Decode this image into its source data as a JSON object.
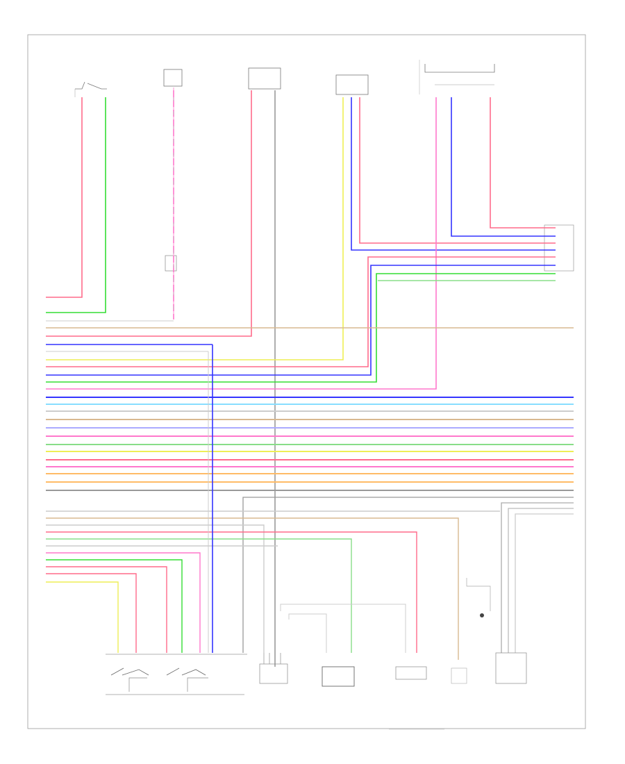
{
  "diagram": {
    "footer_id": "",
    "note": "",
    "components": [
      {
        "id": "c1",
        "label": ""
      },
      {
        "id": "c2",
        "label": ""
      },
      {
        "id": "c3",
        "label": ""
      },
      {
        "id": "c4",
        "label": ""
      },
      {
        "id": "c5",
        "label": ""
      },
      {
        "id": "c6",
        "label": ""
      },
      {
        "id": "c7",
        "label": ""
      },
      {
        "id": "c8",
        "label": ""
      },
      {
        "id": "c9",
        "label": ""
      },
      {
        "id": "c10",
        "label": ""
      },
      {
        "id": "c11",
        "label": ""
      }
    ],
    "wire_colors": {
      "red": "#ff6a8a",
      "green": "#33dd33",
      "blue": "#3333ff",
      "yellow": "#eeee55",
      "tan": "#d8b890",
      "pink": "#ff77cc",
      "light_green": "#88dd88",
      "cyan": "#88ddff",
      "gray": "#999999",
      "light_gray": "#cccccc",
      "orange": "#ffbb66",
      "lavender": "#aaaaff"
    }
  }
}
